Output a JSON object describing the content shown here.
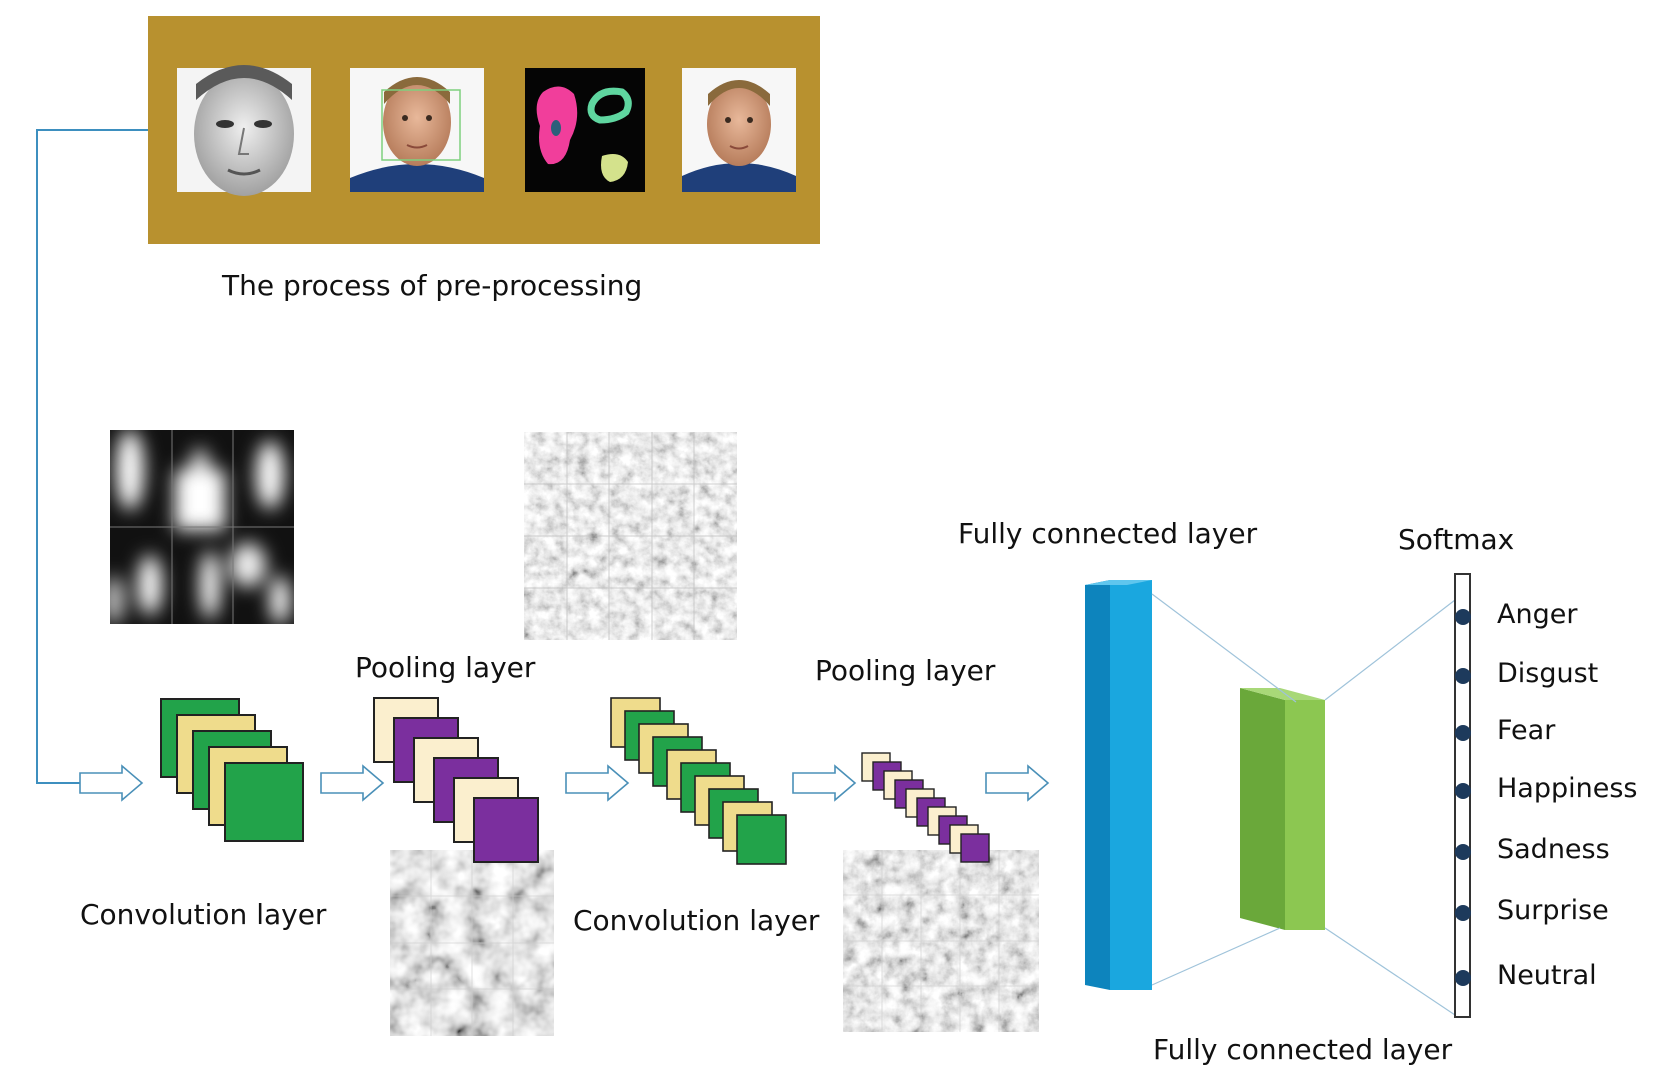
{
  "preprocessing": {
    "label": "The process of pre-processing",
    "panel_color": "#b8912f"
  },
  "stages": {
    "conv1_label": "Convolution layer",
    "pool1_label": "Pooling layer",
    "conv2_label": "Convolution layer",
    "pool2_label": "Pooling layer",
    "fc1_label": "Fully connected layer",
    "fc2_label": "Fully connected layer",
    "softmax_label": "Softmax"
  },
  "emotions": [
    "Anger",
    "Disgust",
    "Fear",
    "Happiness",
    "Sadness",
    "Surprise",
    "Neutral"
  ],
  "colors": {
    "green": "#22a34a",
    "yellow": "#efdc8c",
    "purple": "#7b2f9e",
    "cream": "#fbefce",
    "fc1_front": "#1aa7df",
    "fc1_side": "#0d84bd",
    "fc2_front": "#8cc751",
    "fc2_side": "#6aa83a",
    "connector": "#3d8fbf",
    "dot": "#1d3a5c"
  }
}
